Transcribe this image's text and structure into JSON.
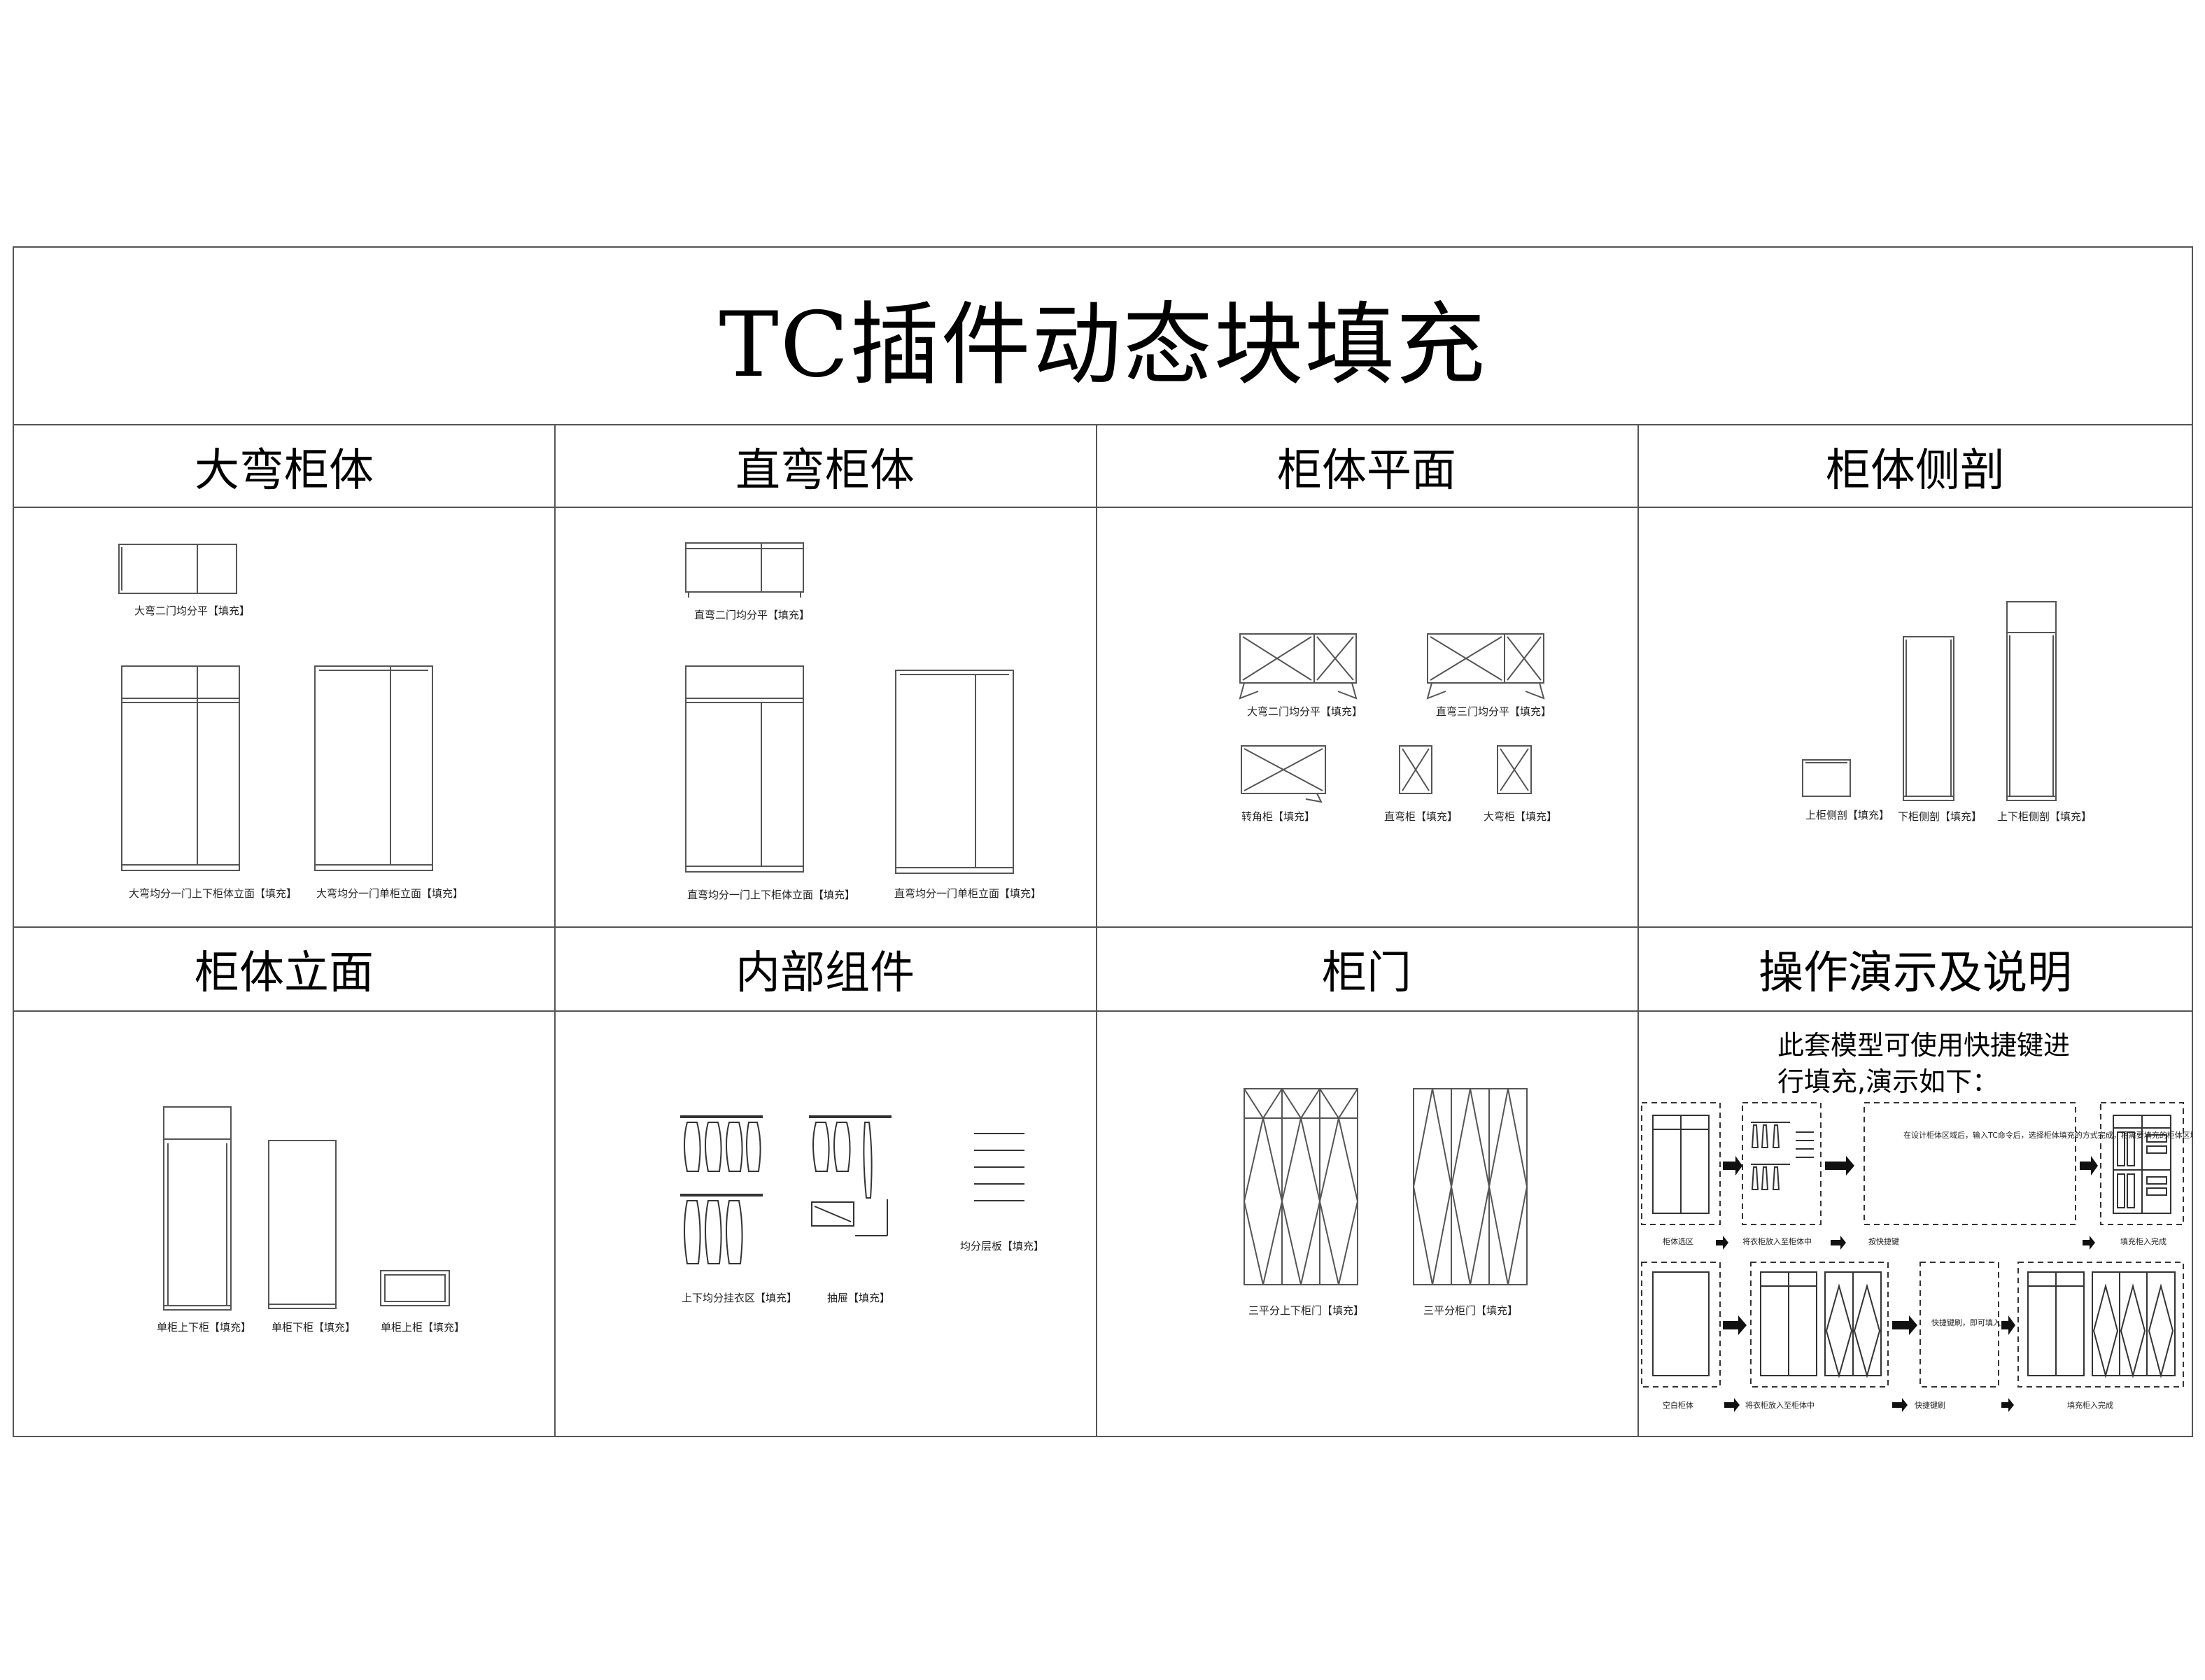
{
  "title": "TC插件动态块填充",
  "sections": [
    {
      "name": "大弯柜体",
      "labels": [
        "大弯二门均分平【填充】",
        "大弯均分一门上下柜体立面【填充】",
        "大弯均分一门单柜立面【填充】"
      ]
    },
    {
      "name": "直弯柜体",
      "labels": [
        "直弯二门均分平【填充】",
        "直弯均分一门上下柜体立面【填充】",
        "直弯均分一门单柜立面【填充】"
      ]
    },
    {
      "name": "柜体平面",
      "labels": [
        "大弯二门均分平【填充】",
        "直弯三门均分平【填充】",
        "转角柜【填充】",
        "直弯柜【填充】",
        "大弯柜【填充】"
      ]
    },
    {
      "name": "柜体侧剖",
      "labels": [
        "上柜侧剖【填充】",
        "下柜侧剖【填充】",
        "上下柜侧剖【填充】"
      ]
    },
    {
      "name": "柜体立面",
      "labels": [
        "单柜上下柜【填充】",
        "单柜下柜【填充】",
        "单柜上柜【填充】"
      ]
    },
    {
      "name": "内部组件",
      "labels": [
        "上下均分挂衣区【填充】",
        "抽屉【填充】",
        "均分层板【填充】"
      ]
    },
    {
      "name": "柜门",
      "labels": [
        "三平分上下柜门【填充】",
        "三平分柜门【填充】"
      ]
    },
    {
      "name": "操作演示及说明",
      "labels": []
    }
  ],
  "demo": {
    "intro_line1": "此套模型可使用快捷键进",
    "intro_line2": "行填充,演示如下：",
    "step_labels": [
      "柜体选区",
      "将衣柜放入至柜体中",
      "按快捷键",
      "填充柜入完成",
      "空白柜体",
      "将衣柜放入至柜体中",
      "快捷键刷",
      "填充柜入完成"
    ],
    "info_text_1": "在设计柜体区域后，输入TC命令后，选择柜体填充的方式完成，将需要填充的柜体区域进行框选，确定即可填入填充柜体。",
    "info_text_2": "快捷键刷，即可填入"
  },
  "colors": {
    "line": "#555555",
    "fill": "#ffffff",
    "arrow": "#111111"
  }
}
